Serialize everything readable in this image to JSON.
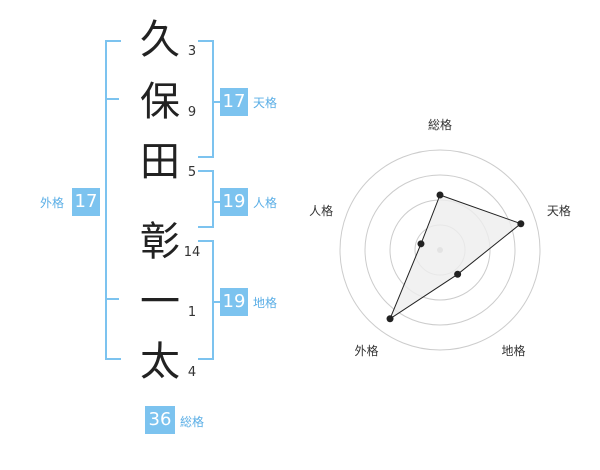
{
  "characters": [
    {
      "char": "久",
      "strokes": "3"
    },
    {
      "char": "保",
      "strokes": "9"
    },
    {
      "char": "田",
      "strokes": "5"
    },
    {
      "char": "彰",
      "strokes": "14"
    },
    {
      "char": "一",
      "strokes": "1"
    },
    {
      "char": "太",
      "strokes": "4"
    }
  ],
  "badges": {
    "tenkaku": {
      "value": "17",
      "label": "天格"
    },
    "jinkaku": {
      "value": "19",
      "label": "人格"
    },
    "chikaku": {
      "value": "19",
      "label": "地格"
    },
    "gaikaku": {
      "value": "17",
      "label": "外格"
    },
    "soukaku": {
      "value": "36",
      "label": "総格"
    }
  },
  "chart_data": {
    "type": "radar",
    "axes": [
      "総格",
      "天格",
      "地格",
      "外格",
      "人格"
    ],
    "values": [
      0.55,
      0.85,
      0.3,
      0.85,
      0.2
    ],
    "rings": 4,
    "max": 1,
    "grid": true,
    "colors": {
      "grid": "#cccccc",
      "fill": "#eeeeee",
      "line": "#222222",
      "point": "#222222",
      "center": "#bbbbbb"
    }
  },
  "colors": {
    "accent": "#7cc3ef",
    "accent_text": "#5aaee6"
  }
}
